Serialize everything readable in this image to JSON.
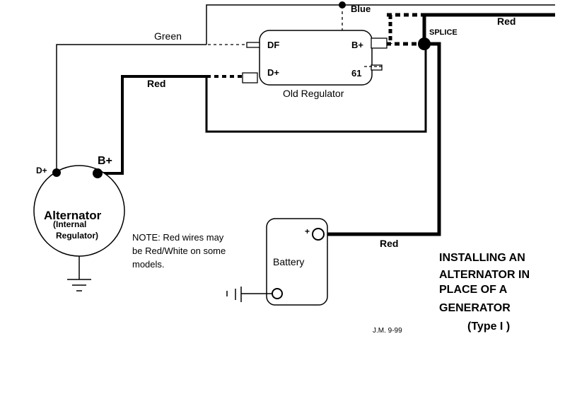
{
  "diagram": {
    "title_lines": [
      "INSTALLING AN",
      "ALTERNATOR  IN",
      "PLACE OF A",
      "GENERATOR",
      "(Type  I )"
    ],
    "author_date": "J.M.  9-99",
    "note_lines": [
      "NOTE: Red wires may",
      "be Red/White on some",
      "models."
    ],
    "components": {
      "alternator": {
        "name": "Alternator",
        "sub_line1": "(Internal",
        "sub_line2": "Regulator)",
        "terminals": {
          "d_plus": "D+",
          "b_plus": "B+"
        }
      },
      "old_regulator": {
        "name": "Old Regulator",
        "terminals": {
          "df": "DF",
          "d_plus": "D+",
          "b_plus": "B+",
          "t61": "61"
        }
      },
      "battery": {
        "name": "Battery",
        "plus": "+"
      },
      "splice": "SPLICE"
    },
    "wire_labels": {
      "green": "Green",
      "blue": "Blue",
      "red_top": "Red",
      "red_alt": "Red",
      "red_battery": "Red"
    },
    "colors": {
      "ink": "#000000",
      "background": "#ffffff"
    }
  }
}
